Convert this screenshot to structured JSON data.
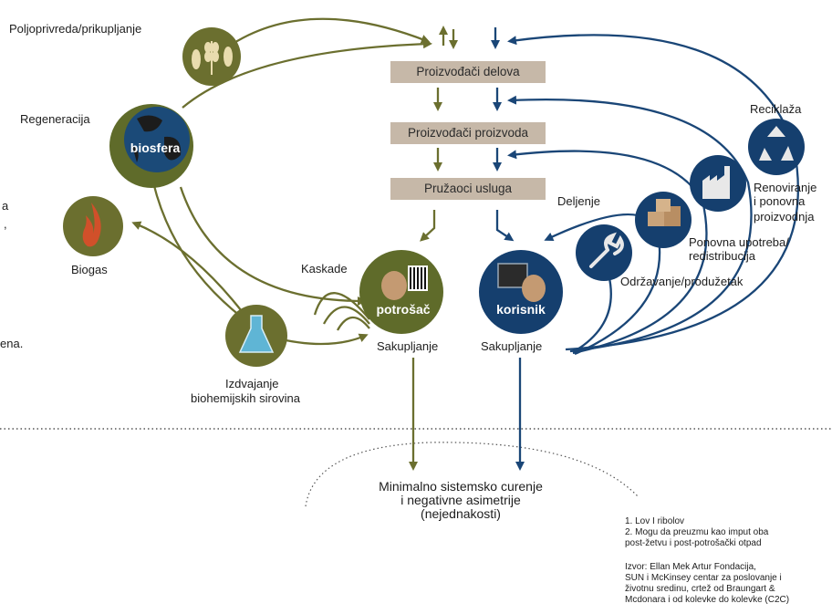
{
  "labels": {
    "agriculture": "Poljoprivreda/prikupljanje",
    "regeneration": "Regeneracija",
    "biosphere": "biosfera",
    "biogas": "Biogas",
    "cascades": "Kaskade",
    "consumer": "potrošač",
    "user": "korisnik",
    "collection_left": "Sakupljanje",
    "collection_right": "Sakupljanje",
    "biochem_line1": "Izdvajanje",
    "biochem_line2": "biohemijskih sirovina",
    "recycling": "Reciklaža",
    "refurbish_line1": "Renoviranje",
    "refurbish_line2": "i ponovna",
    "refurbish_line3": "proizvodnja",
    "reuse_line1": "Ponovna upotreba/",
    "reuse_line2": "redistribucija",
    "maintenance": "Održavanje/produžetak",
    "sharing": "Deljenje",
    "partial_left_1": "a",
    "partial_left_2": ",",
    "partial_left_3": "ena."
  },
  "boxes": {
    "parts": "Proizvođači delova",
    "products": "Proizvođači proizvoda",
    "services": "Pružaoci usluga"
  },
  "leakage": {
    "line1": "Minimalno sistemsko curenje",
    "line2": "i negativne asimetrije",
    "line3": "(nejednakosti)"
  },
  "notes": {
    "n1": "1. Lov I ribolov",
    "n2a": "2. Mogu da preuzmu kao imput oba",
    "n2b": "post-žetvu i post-potrošački otpad",
    "src1": "Izvor: Ellan Mek Artur Fondacija,",
    "src2": "SUN i McKinsey centar za poslovanje i",
    "src3": "životnu sredinu, crtež od Braungart &",
    "src4": "Mcdonara i od kolevke do kolevke (C2C)"
  },
  "colors": {
    "biological": "#5f6b2a",
    "technical": "#153f6e",
    "box": "#c6b8a8",
    "arrow_bio": "#6b6f2f",
    "arrow_tech": "#1a4677"
  },
  "icons": {
    "agriculture": "wheat-fish-icon",
    "biosphere": "globe-icon",
    "biogas": "flame-icon",
    "biochem": "flask-icon",
    "consumer": "person-barcode-icon",
    "user": "person-monitor-icon",
    "maintenance": "wrench-icon",
    "reuse": "boxes-icon",
    "refurbish": "factory-icon",
    "recycling": "recycle-icon"
  }
}
